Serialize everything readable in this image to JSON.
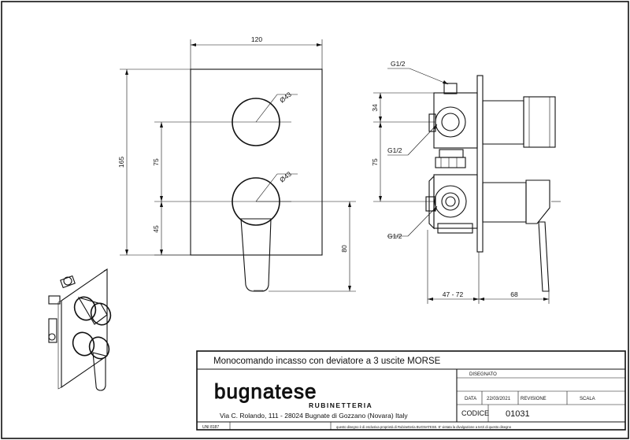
{
  "drawing": {
    "dimensions": {
      "width": "120",
      "height": "165",
      "spacing_knobs": "75",
      "lower_offset": "45",
      "lever_length": "80",
      "dia_top": "Ø43",
      "dia_bottom": "Ø43",
      "side_top": "34",
      "side_spacing": "75",
      "depth_range": "47 - 72",
      "depth_handle": "68"
    },
    "callouts": {
      "g_top": "G1/2",
      "g_mid": "G1/2",
      "g_bottom": "G1/2"
    }
  },
  "title_block": {
    "description": "Monocomando incasso con deviatore a 3 uscite MORSE",
    "brand": "bugnatese",
    "subbrand": "RUBINETTERIA",
    "address": "Via C. Rolando, 111 - 28024 Bugnate di Gozzano (Novara) Italy",
    "disegnato_label": "DISEGNATO",
    "data_label": "DATA",
    "data_value": "22/03/2021",
    "revisione_label": "REVISIONE",
    "scala_label": "SCALA",
    "codice_label": "CODICE",
    "codice_value": "01031",
    "norm": "UNI 8187",
    "disclaimer": "questo disegno è di esclusiva proprietà di Rubinetteria BUGNATESE. E' vietata la divulgazione a terzi di questo disegno"
  }
}
